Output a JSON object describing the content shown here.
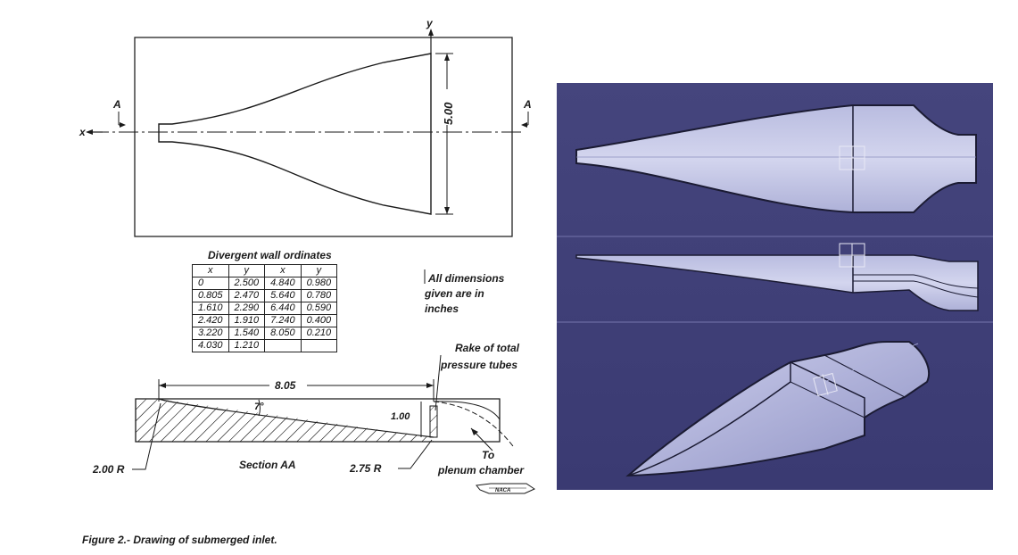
{
  "plan_view": {
    "axis_x": "x",
    "axis_y": "y",
    "section_marker_left": "A",
    "section_marker_right": "A",
    "width_dimension": "5.00"
  },
  "ordinates": {
    "title": "Divergent wall ordinates",
    "headers": [
      "x",
      "y",
      "x",
      "y"
    ],
    "rows": [
      [
        "0",
        "2.500",
        "4.840",
        "0.980"
      ],
      [
        "0.805",
        "2.470",
        "5.640",
        "0.780"
      ],
      [
        "1.610",
        "2.290",
        "6.440",
        "0.590"
      ],
      [
        "2.420",
        "1.910",
        "7.240",
        "0.400"
      ],
      [
        "3.220",
        "1.540",
        "8.050",
        "0.210"
      ],
      [
        "4.030",
        "1.210",
        "",
        ""
      ]
    ]
  },
  "notes": {
    "line1": "All dimensions",
    "line2": "given are in",
    "line3": "inches"
  },
  "section": {
    "length": "8.05",
    "angle": "7°",
    "depth": "1.00",
    "left_radius": "2.00 R",
    "right_radius": "2.75 R",
    "caption": "Section AA",
    "rake_line1": "Rake of total",
    "rake_line2": "pressure tubes",
    "plenum_line1": "To",
    "plenum_line2": "plenum chamber",
    "logo_text": "NACA"
  },
  "figure_caption": "Figure 2.- Drawing of submerged inlet.",
  "colors": {
    "cad_background": "#3f3f78",
    "cad_part": "#c9cbe6",
    "ink": "#1a1a1a"
  }
}
